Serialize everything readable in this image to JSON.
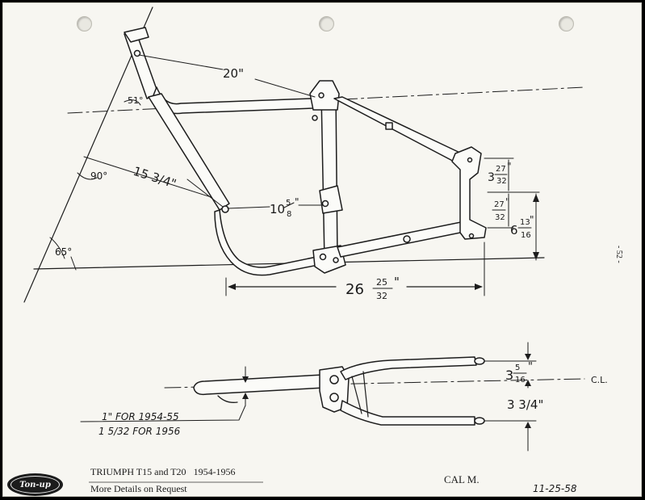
{
  "caption": {
    "model": "TRIUMPH T15 and T20",
    "years": "1954-1956",
    "note": "More Details on Request"
  },
  "signature": {
    "name": "CAL M.",
    "date": "11-25-58"
  },
  "page_number": "- 52 -",
  "logo": {
    "text": "Ton-up"
  },
  "side_view": {
    "dim_top_length": "20\"",
    "dim_head_angle": "51°",
    "dim_right_angle": "90°",
    "dim_rake": "65°",
    "dim_down_tube": "15 3/4\"",
    "dim_seat_height": {
      "whole": "10",
      "num": "5",
      "den": "8",
      "unit": "\""
    },
    "dim_wheelbase": {
      "whole": "26",
      "num": "25",
      "den": "32",
      "unit": "\""
    },
    "dim_upper_mount": {
      "whole": "3",
      "num": "27",
      "den": "32",
      "unit": "\""
    },
    "dim_lower_mount": {
      "num": "27",
      "den": "32",
      "unit": "\""
    },
    "dim_rear_height": {
      "whole": "6",
      "num": "13",
      "den": "16",
      "unit": "\""
    }
  },
  "plan_view": {
    "dim_upper_width": {
      "whole": "3",
      "num": "5",
      "den": "16",
      "unit": "\""
    },
    "dim_lower_width": "3 3/4\"",
    "centerline": "C.L.",
    "note_1954": "1\" FOR 1954-55",
    "note_1956": "1 5/32 FOR 1956"
  }
}
